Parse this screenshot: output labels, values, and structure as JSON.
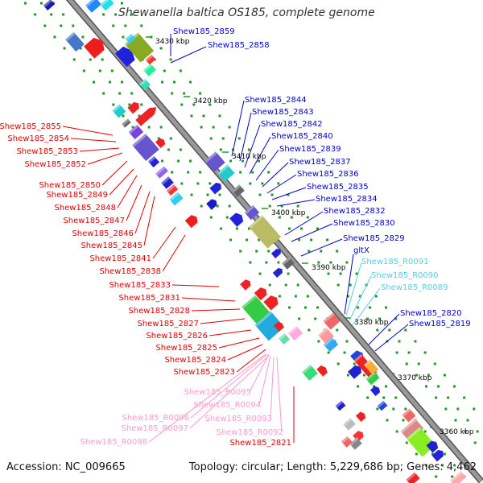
{
  "title": "Shewanella baltica OS185, complete genome",
  "footer": {
    "accession": "Accession: NC_009665",
    "topology": "Topology: circular; Length: 5,229,686 bp; Genes: 4,462"
  },
  "scale_labels": [
    "3430 kbp",
    "3420 kbp",
    "3410 kbp",
    "3400 kbp",
    "3390 kbp",
    "3380 kbp",
    "3370 kbp",
    "3360 kbp"
  ],
  "colors": {
    "forward_label": "#0000cc",
    "reverse_label": "#dd0000",
    "forward_rna_label": "#55ccee",
    "reverse_rna_label": "#ff99cc",
    "backbone": "#999999",
    "tick": "#229922"
  },
  "labels_forward": [
    "Shew185_2859",
    "Shew185_2858",
    "Shew185_2844",
    "Shew185_2843",
    "Shew185_2842",
    "Shew185_2840",
    "Shew185_2839",
    "Shew185_2837",
    "Shew185_2836",
    "Shew185_2835",
    "Shew185_2834",
    "Shew185_2832",
    "Shew185_2830",
    "Shew185_2829",
    "gltX",
    "Shew185_2820",
    "Shew185_2819"
  ],
  "labels_forward_rna": [
    "Shew185_R0091",
    "Shew185_R0090",
    "Shew185_R0089"
  ],
  "labels_reverse": [
    "Shew185_2855",
    "Shew185_2854",
    "Shew185_2853",
    "Shew185_2852",
    "Shew185_2850",
    "Shew185_2849",
    "Shew185_2848",
    "Shew185_2847",
    "Shew185_2846",
    "Shew185_2845",
    "Shew185_2841",
    "Shew185_2838",
    "Shew185_2833",
    "Shew185_2831",
    "Shew185_2828",
    "Shew185_2827",
    "Shew185_2826",
    "Shew185_2825",
    "Shew185_2824",
    "Shew185_2823",
    "Shew185_2821"
  ],
  "labels_reverse_rna": [
    "Shew185_R0095",
    "Shew185_R0094",
    "Shew185_R0096",
    "Shew185_R0093",
    "Shew185_R0097",
    "Shew185_R0092",
    "Shew185_R0098"
  ]
}
